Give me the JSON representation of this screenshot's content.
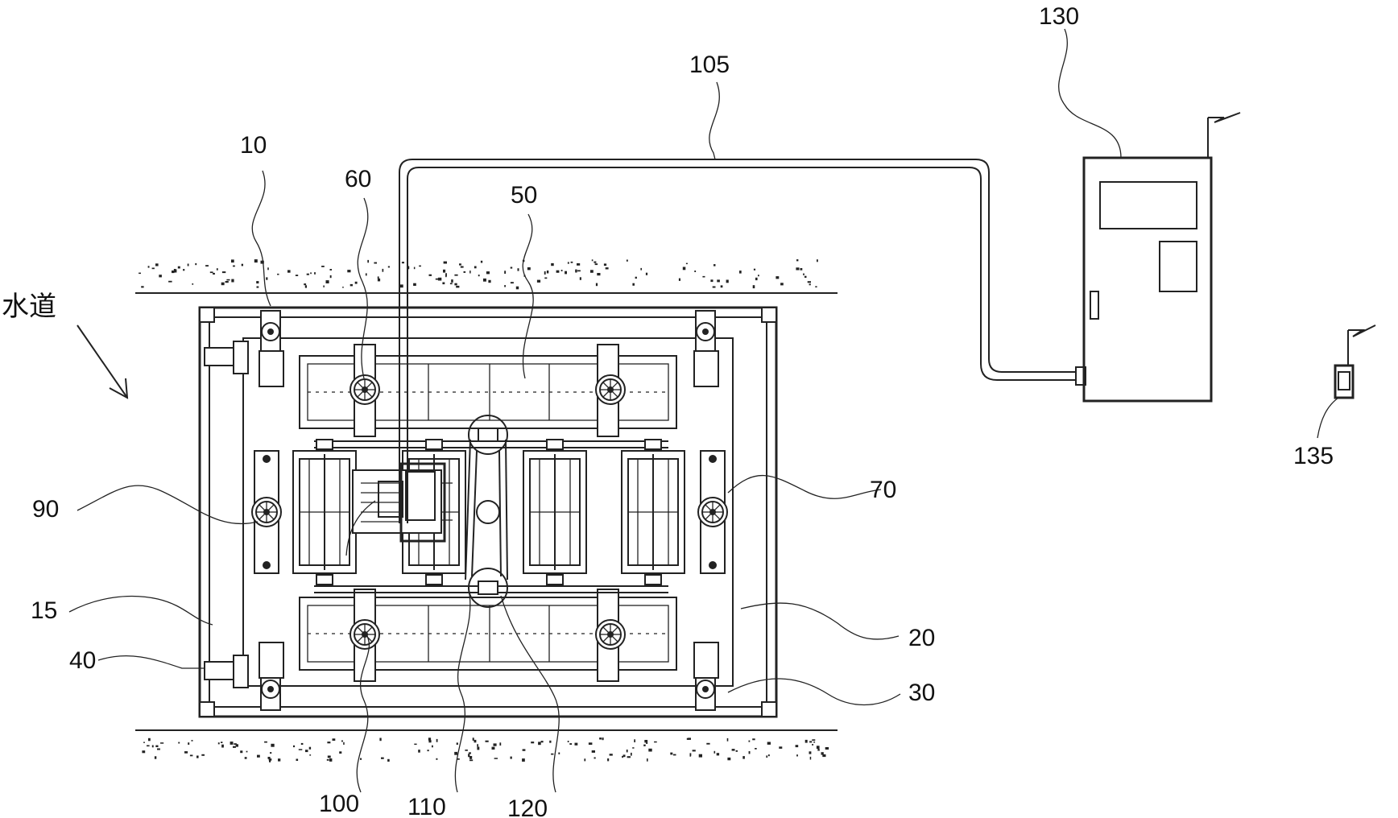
{
  "labels": {
    "waterway": "水道",
    "l10": "10",
    "l15": "15",
    "l20": "20",
    "l30": "30",
    "l40": "40",
    "l50": "50",
    "l60": "60",
    "l70": "70",
    "l90": "90",
    "l100": "100",
    "l105": "105",
    "l110": "110",
    "l120": "120",
    "l130": "130",
    "l135": "135"
  }
}
